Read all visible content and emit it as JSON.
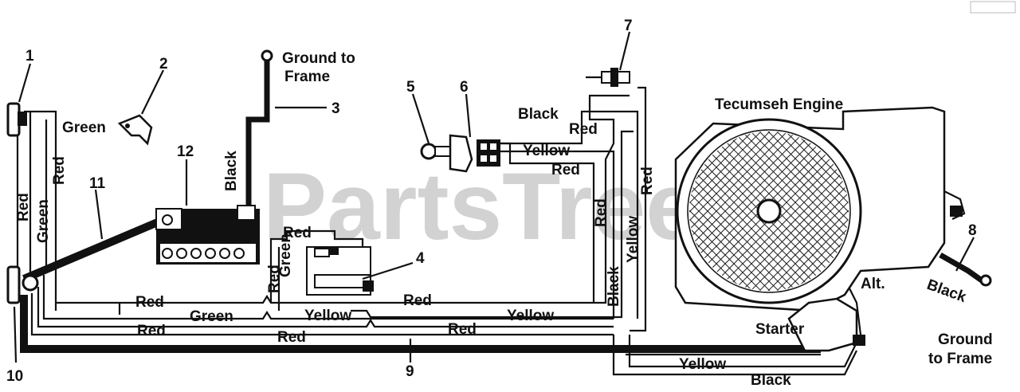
{
  "watermark": "PartsTree",
  "callouts": [
    "1",
    "2",
    "3",
    "4",
    "5",
    "6",
    "7",
    "8",
    "9",
    "10",
    "11",
    "12"
  ],
  "components": {
    "engine": "Tecumseh Engine",
    "alternator": "Alt.",
    "starter": "Starter"
  },
  "ground_labels": {
    "battery_line1": "Ground to",
    "battery_line2": "Frame",
    "engine_line1": "Ground",
    "engine_line2": "to Frame"
  },
  "wire_labels": {
    "green_top": "Green",
    "red_left_vertical": "Red",
    "red_outer_vertical": "Red",
    "green_vertical": "Green",
    "black_battery_cable": "Black",
    "red_solenoid_top": "Red",
    "green_solenoid": "Green",
    "red_solenoid_side": "Red",
    "red_bottom_1": "Red",
    "green_bottom": "Green",
    "red_bottom_2": "Red",
    "red_bottom_3": "Red",
    "yellow_solenoid": "Yellow",
    "red_main": "Red",
    "yellow_main": "Yellow",
    "red_lower": "Red",
    "black_switch": "Black",
    "red_switch_top": "Red",
    "yellow_switch": "Yellow",
    "red_switch_bottom": "Red",
    "red_vertical_mid": "Red",
    "yellow_vertical_mid": "Yellow",
    "black_vertical_mid": "Black",
    "red_vertical_right": "Red",
    "black_ground_engine": "Black",
    "yellow_bottom": "Yellow",
    "black_bottom": "Black"
  }
}
